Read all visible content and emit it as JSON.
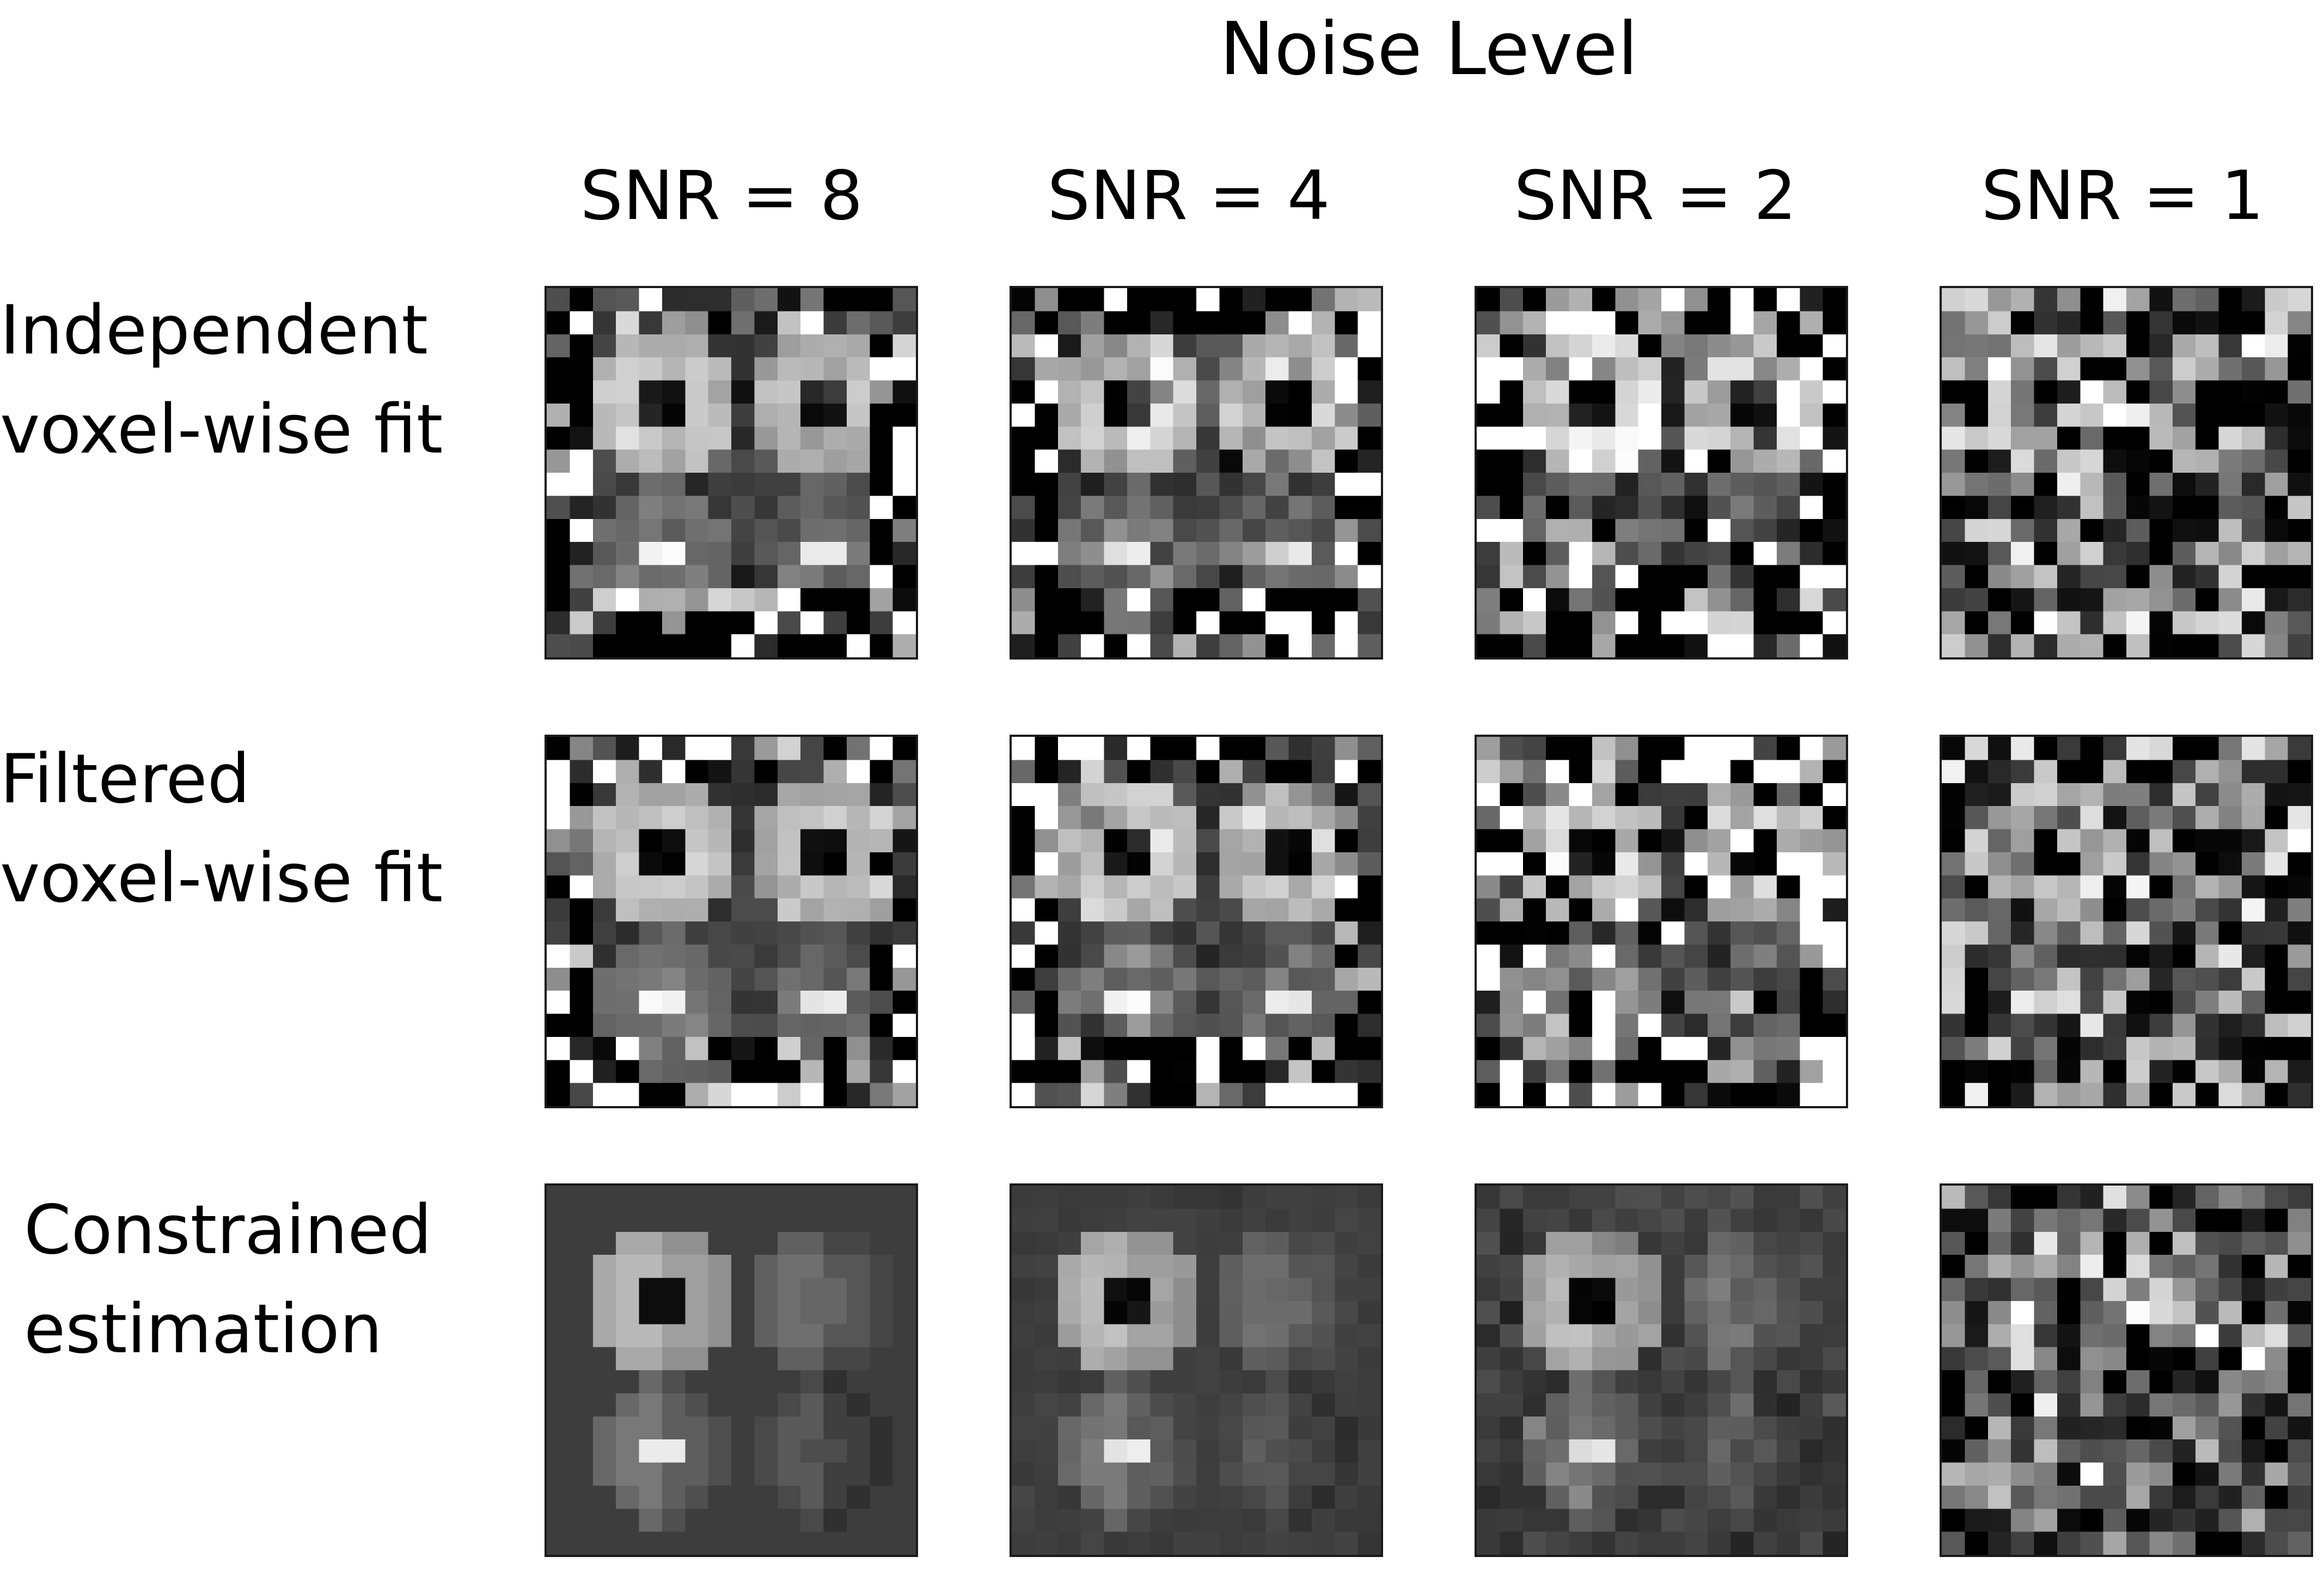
{
  "figure": {
    "title": "Noise Level",
    "columns": [
      {
        "label": "SNR = 8",
        "snr": 8
      },
      {
        "label": "SNR = 4",
        "snr": 4
      },
      {
        "label": "SNR = 2",
        "snr": 2
      },
      {
        "label": "SNR = 1",
        "snr": 1
      }
    ],
    "rows": [
      {
        "line1": "Independent",
        "line2": "voxel-wise fit",
        "method": "independent"
      },
      {
        "line1": "Filtered",
        "line2": "voxel-wise fit",
        "method": "filtered"
      },
      {
        "line1": "Constrained",
        "line2": "estimation",
        "method": "constrained"
      }
    ],
    "grid_size": 16
  }
}
